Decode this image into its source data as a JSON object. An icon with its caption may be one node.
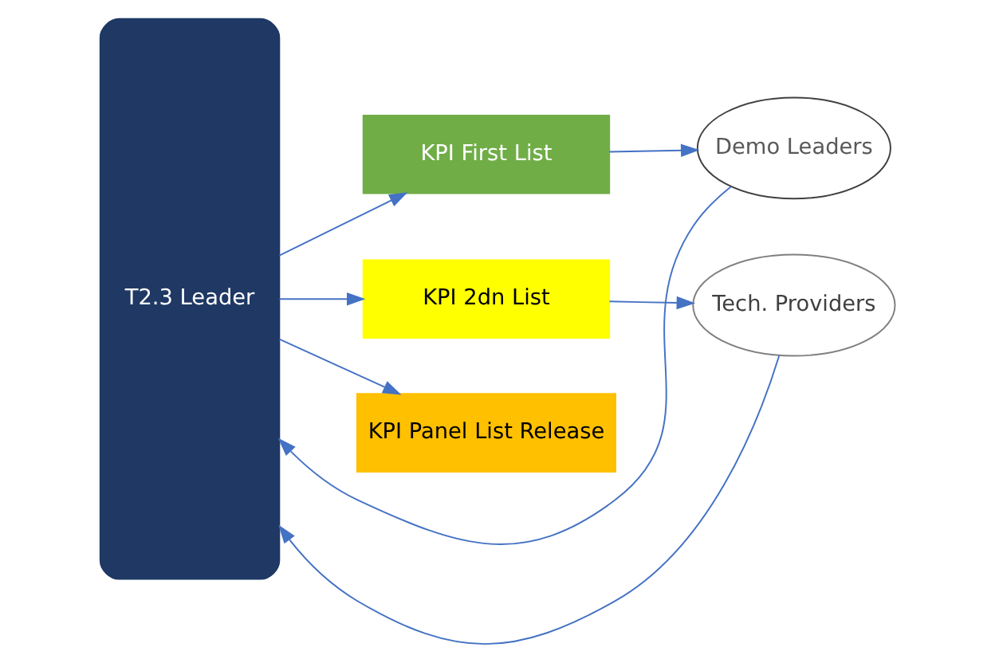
{
  "diagram": {
    "nodes": [
      {
        "text": [
          "T2.3 Leader"
        ]
      },
      {
        "text": [
          "KPI First List"
        ]
      },
      {
        "text": [
          "Demo Leaders"
        ]
      },
      {
        "text": [
          "KPI 2dn List"
        ]
      },
      {
        "text": [
          "Tech. Providers"
        ]
      },
      {
        "text": [
          "KPI Panel List Release"
        ]
      }
    ],
    "edges": [
      {
        "from": 0,
        "to": 1,
        "arrow": "to"
      },
      {
        "from": 1,
        "to": 2,
        "arrow": "to"
      },
      {
        "from": 2,
        "to": 0,
        "arrow": "to"
      },
      {
        "from": 0,
        "to": 3,
        "arrow": "to"
      },
      {
        "from": 3,
        "to": 4,
        "arrow": "to"
      },
      {
        "from": 4,
        "to": 0,
        "arrow": "to"
      },
      {
        "from": 0,
        "to": 5,
        "arrow": "to"
      }
    ]
  }
}
